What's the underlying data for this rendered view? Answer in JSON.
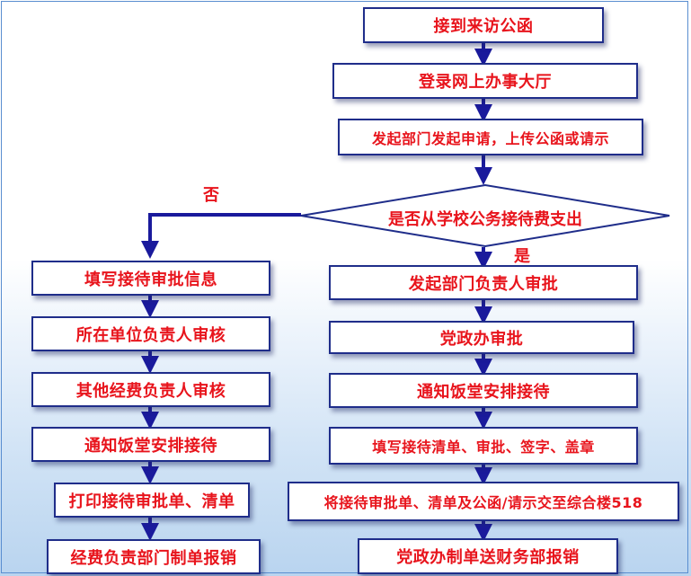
{
  "right": {
    "step1": "接到来访公函",
    "step2": "登录网上办事大厅",
    "step3": "发起部门发起申请，上传公函或请示",
    "decision": "是否从学校公务接待费支出",
    "step4": "发起部门负责人审批",
    "step5": "党政办审批",
    "step6": "通知饭堂安排接待",
    "step7": "填写接待清单、审批、签字、盖章",
    "step8": "将接待审批单、清单及公函/请示交至综合楼518",
    "step9": "党政办制单送财务部报销"
  },
  "left": {
    "step1": "填写接待审批信息",
    "step2": "所在单位负责人审核",
    "step3": "其他经费负责人审核",
    "step4": "通知饭堂安排接待",
    "step5": "打印接待审批单、清单",
    "step6": "经费负责部门制单报销"
  },
  "labels": {
    "no": "否",
    "yes": "是"
  },
  "colors": {
    "text": "#e8141c",
    "border": "#1f2d8a",
    "arrow": "#1a1a9c"
  }
}
